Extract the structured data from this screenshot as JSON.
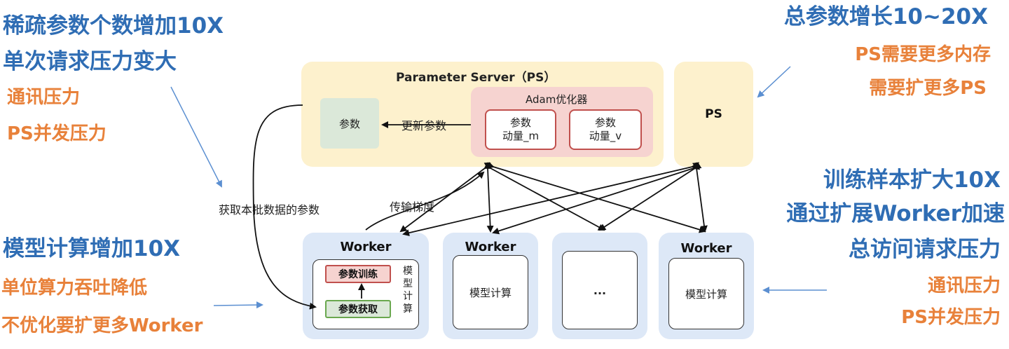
{
  "left_top": {
    "line1": "稀疏参数个数增加10X",
    "line2": "单次请求压力变大",
    "sub1": "通讯压力",
    "sub2": "PS并发压力"
  },
  "left_bottom": {
    "line1": "模型计算增加10X",
    "sub1": "单位算力吞吐降低",
    "sub2": "不优化要扩更多Worker"
  },
  "right_top": {
    "line1": "总参数增长10~20X",
    "sub1": "PS需要更多内存",
    "sub2": "需要扩更多PS"
  },
  "right_bottom": {
    "line1": "训练样本扩大10X",
    "line2": "通过扩展Worker加速",
    "line3": "总访问请求压力",
    "sub1": "通讯压力",
    "sub2": "PS并发压力"
  },
  "ps": {
    "title": "Parameter Server（PS）",
    "params_label": "参数",
    "update_label": "更新参数",
    "adam_title": "Adam优化器",
    "moment_m": "参数\n动量_m",
    "moment_v": "参数\n动量_v",
    "right_label": "PS"
  },
  "edges": {
    "fetch_label": "获取本批数据的参数",
    "grad_label": "传输梯度"
  },
  "workers": {
    "title": "Worker",
    "train_label": "参数训练",
    "fetch_label": "参数获取",
    "model_vertical": "模型计算",
    "model_compute": "模型计算",
    "ellipsis": "..."
  },
  "colors": {
    "blue_text": "#2f6db4",
    "orange_text": "#e8813a",
    "ps_fill": "#fdf1cd",
    "worker_fill": "#dde8f7",
    "adam_fill": "#f6d3d0",
    "param_fill": "#dbe8d9"
  }
}
